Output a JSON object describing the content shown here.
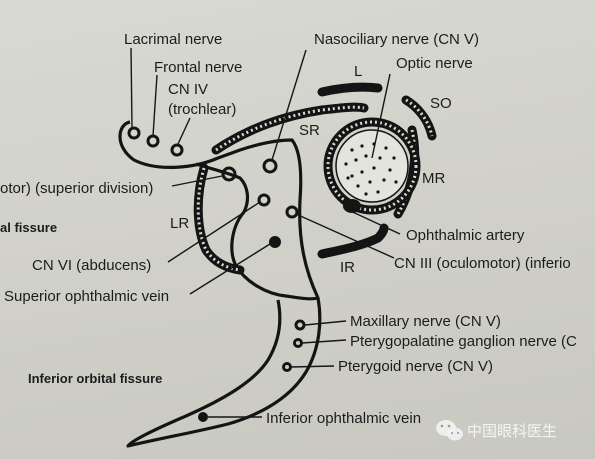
{
  "labels": {
    "lacrimal": "Lacrimal nerve",
    "frontal": "Frontal nerve",
    "cn4_a": "CN IV",
    "cn4_b": "(trochlear)",
    "nasociliary": "Nasociliary nerve (CN V)",
    "l": "L",
    "optic": "Optic nerve",
    "so": "SO",
    "sr": "SR",
    "mr": "MR",
    "cn3_sup": "otor) (superior division)",
    "sup_orbital_fissure": "al fissure",
    "lr": "LR",
    "ophthalmic_artery": "Ophthalmic artery",
    "cn6": "CN VI (abducens)",
    "ir": "IR",
    "cn3_inf": "CN III (oculomotor) (inferio",
    "sup_oph_vein": "Superior ophthalmic vein",
    "maxillary": "Maxillary nerve (CN V)",
    "pterygopalatine": "Pterygopalatine ganglion nerve (C",
    "inf_orbital_fissure": "Inferior orbital fissure",
    "pterygoid": "Pterygoid nerve (CN V)",
    "inf_oph_vein": "Inferior ophthalmic vein"
  },
  "watermark": {
    "text": "中国眼科医生",
    "icon": "wechat-icon"
  },
  "colors": {
    "background": "#d2d2cc",
    "ink": "#141414"
  }
}
